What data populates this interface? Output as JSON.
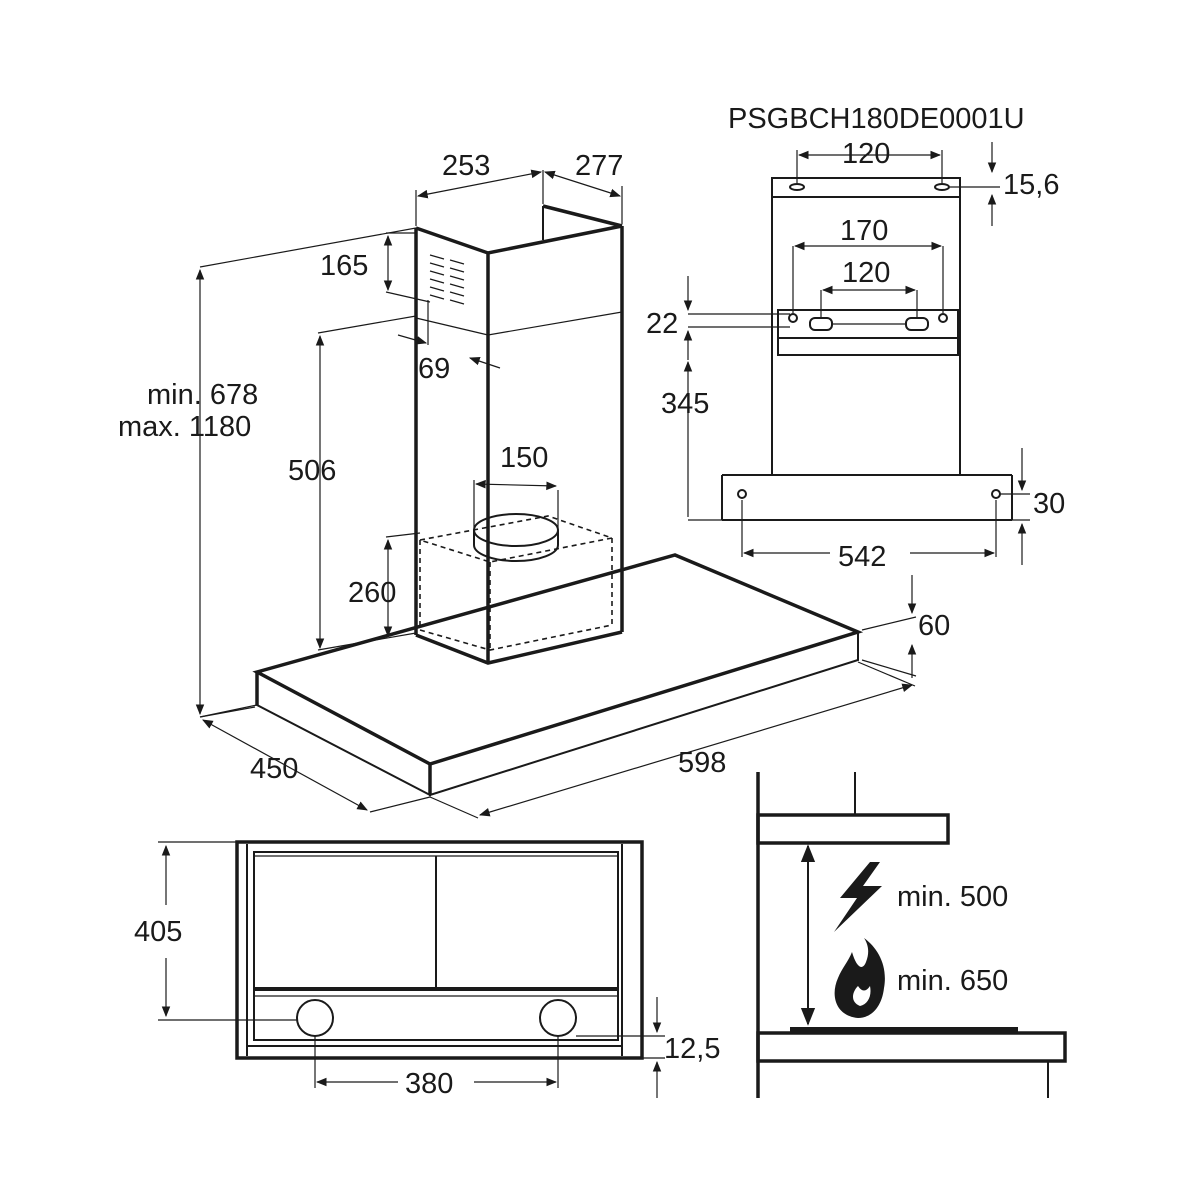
{
  "model_code": "PSGBCH180DE0001U",
  "dimensions": {
    "chimney_width": "253",
    "chimney_depth": "277",
    "vent_height": "165",
    "vent_offset": "69",
    "total_height_min": "min. 678",
    "total_height_max": "max. 1180",
    "inner_height": "506",
    "outlet_diameter": "150",
    "box_height": "260",
    "canopy_thickness": "60",
    "depth": "450",
    "width": "598",
    "bracket_hole_spacing": "120",
    "bracket_offset": "15,6",
    "bracket_width": "170",
    "bracket_inner": "120",
    "bracket_height": "22",
    "bracket_vertical": "345",
    "bracket_bottom": "30",
    "bracket_base_width": "542",
    "bottom_depth": "405",
    "bottom_hole_spacing": "380",
    "bottom_offset": "12,5",
    "min_electric": "min. 500",
    "min_gas": "min. 650"
  }
}
